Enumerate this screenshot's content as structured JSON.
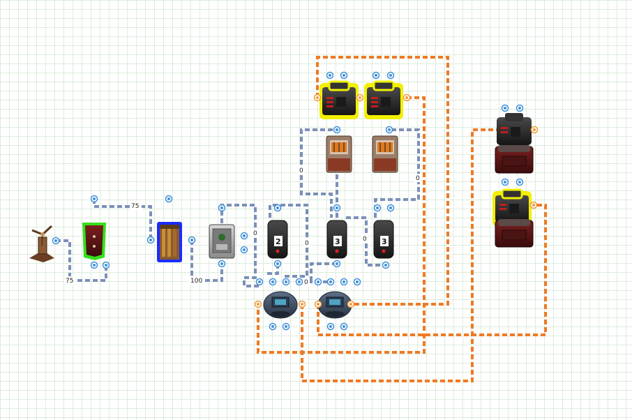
{
  "wire_labels": {
    "a": "75",
    "b": "75",
    "c": "100",
    "d": "0",
    "e": "0",
    "f": "0",
    "g": "0",
    "h": "0",
    "i": "0"
  },
  "branch_labels": {
    "b1": "2",
    "b2": "3",
    "b3": "3"
  },
  "colors": {
    "power_wire": "#7b8fb8",
    "fluid_wire": "#ef7a24",
    "highlight_yellow": "#f2f000",
    "highlight_green": "#34e01a",
    "highlight_blue": "#1a2cff",
    "io_port": "#3e8fd8",
    "out_port": "#f09a3a"
  },
  "icons": {
    "windmill": "windmill-icon",
    "electric_switch": "switch-icon",
    "battery": "battery-icon",
    "splitter": "splitter-icon",
    "branch": "branch-icon",
    "combiner": "combiner-icon",
    "heater": "heater-icon",
    "furnace": "furnace-icon",
    "storage": "storage-box-icon"
  }
}
